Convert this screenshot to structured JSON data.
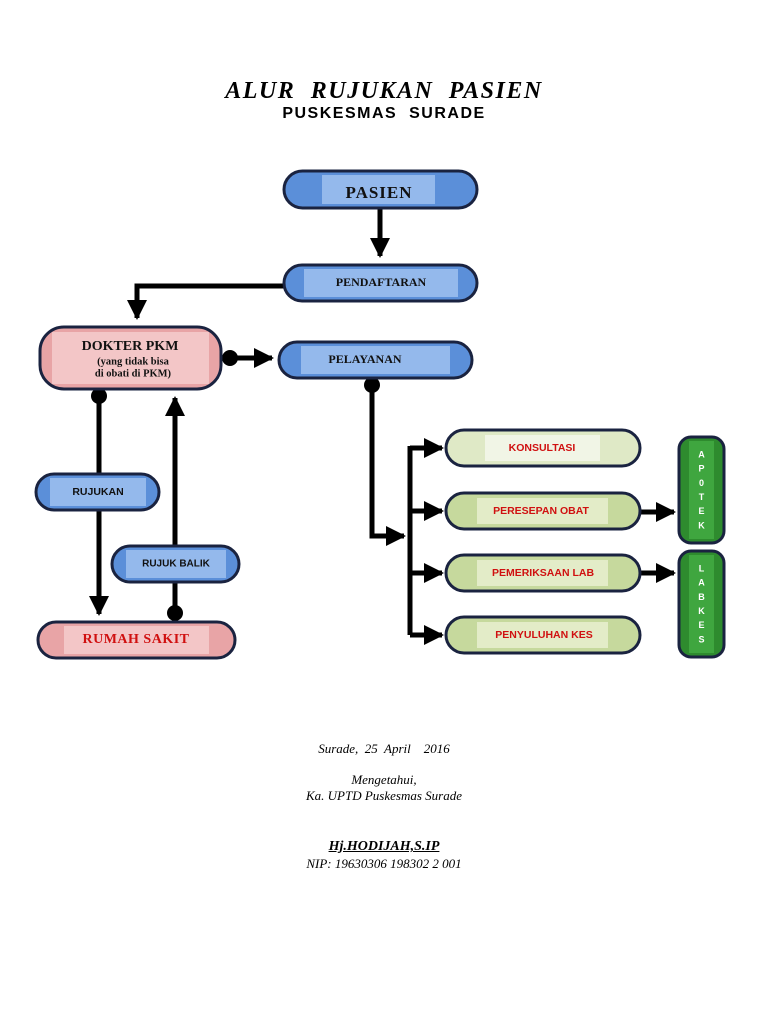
{
  "header": {
    "title": "ALUR  RUJUKAN  PASIEN",
    "subtitle": "PUSKESMAS  SURADE"
  },
  "nodes": {
    "pasien": "PASIEN",
    "pendaftaran": "PENDAFTARAN",
    "dokter_title": "DOKTER PKM",
    "dokter_note_1": "(yang tidak bisa",
    "dokter_note_2": "di obati di PKM)",
    "pelayanan": "PELAYANAN",
    "rujukan": "RUJUKAN",
    "rujuk_balik": "RUJUK BALIK",
    "rumah_sakit": "RUMAH SAKIT",
    "konsultasi": "KONSULTASI",
    "peresepan_obat": "PERESEPAN OBAT",
    "pemeriksaan_lab": "PEMERIKSAAN  LAB",
    "penyuluhan_kes": "PENYULUHAN  KES"
  },
  "side": {
    "apotek": [
      "A",
      "P",
      "0",
      "T",
      "E",
      "K"
    ],
    "labkes": [
      "L",
      "A",
      "B",
      "K",
      "E",
      "S"
    ]
  },
  "signature": {
    "place_date": "Surade,  25  April    2016",
    "knowing": "Mengetahui,",
    "position": "Ka. UPTD Puskesmas Surade",
    "name": "Hj.HODIJAH,S.IP",
    "nip": "NIP: 19630306 198302 2 001"
  },
  "colors": {
    "blue_fill": "#5b8fd9",
    "blue_inner": "#94b9ec",
    "pink_fill": "#e8a4a6",
    "pink_inner": "#f3c6c7",
    "green_light": "#dfe9c6",
    "green_dark": "#2e8b2e",
    "outline": "#1a2340"
  }
}
